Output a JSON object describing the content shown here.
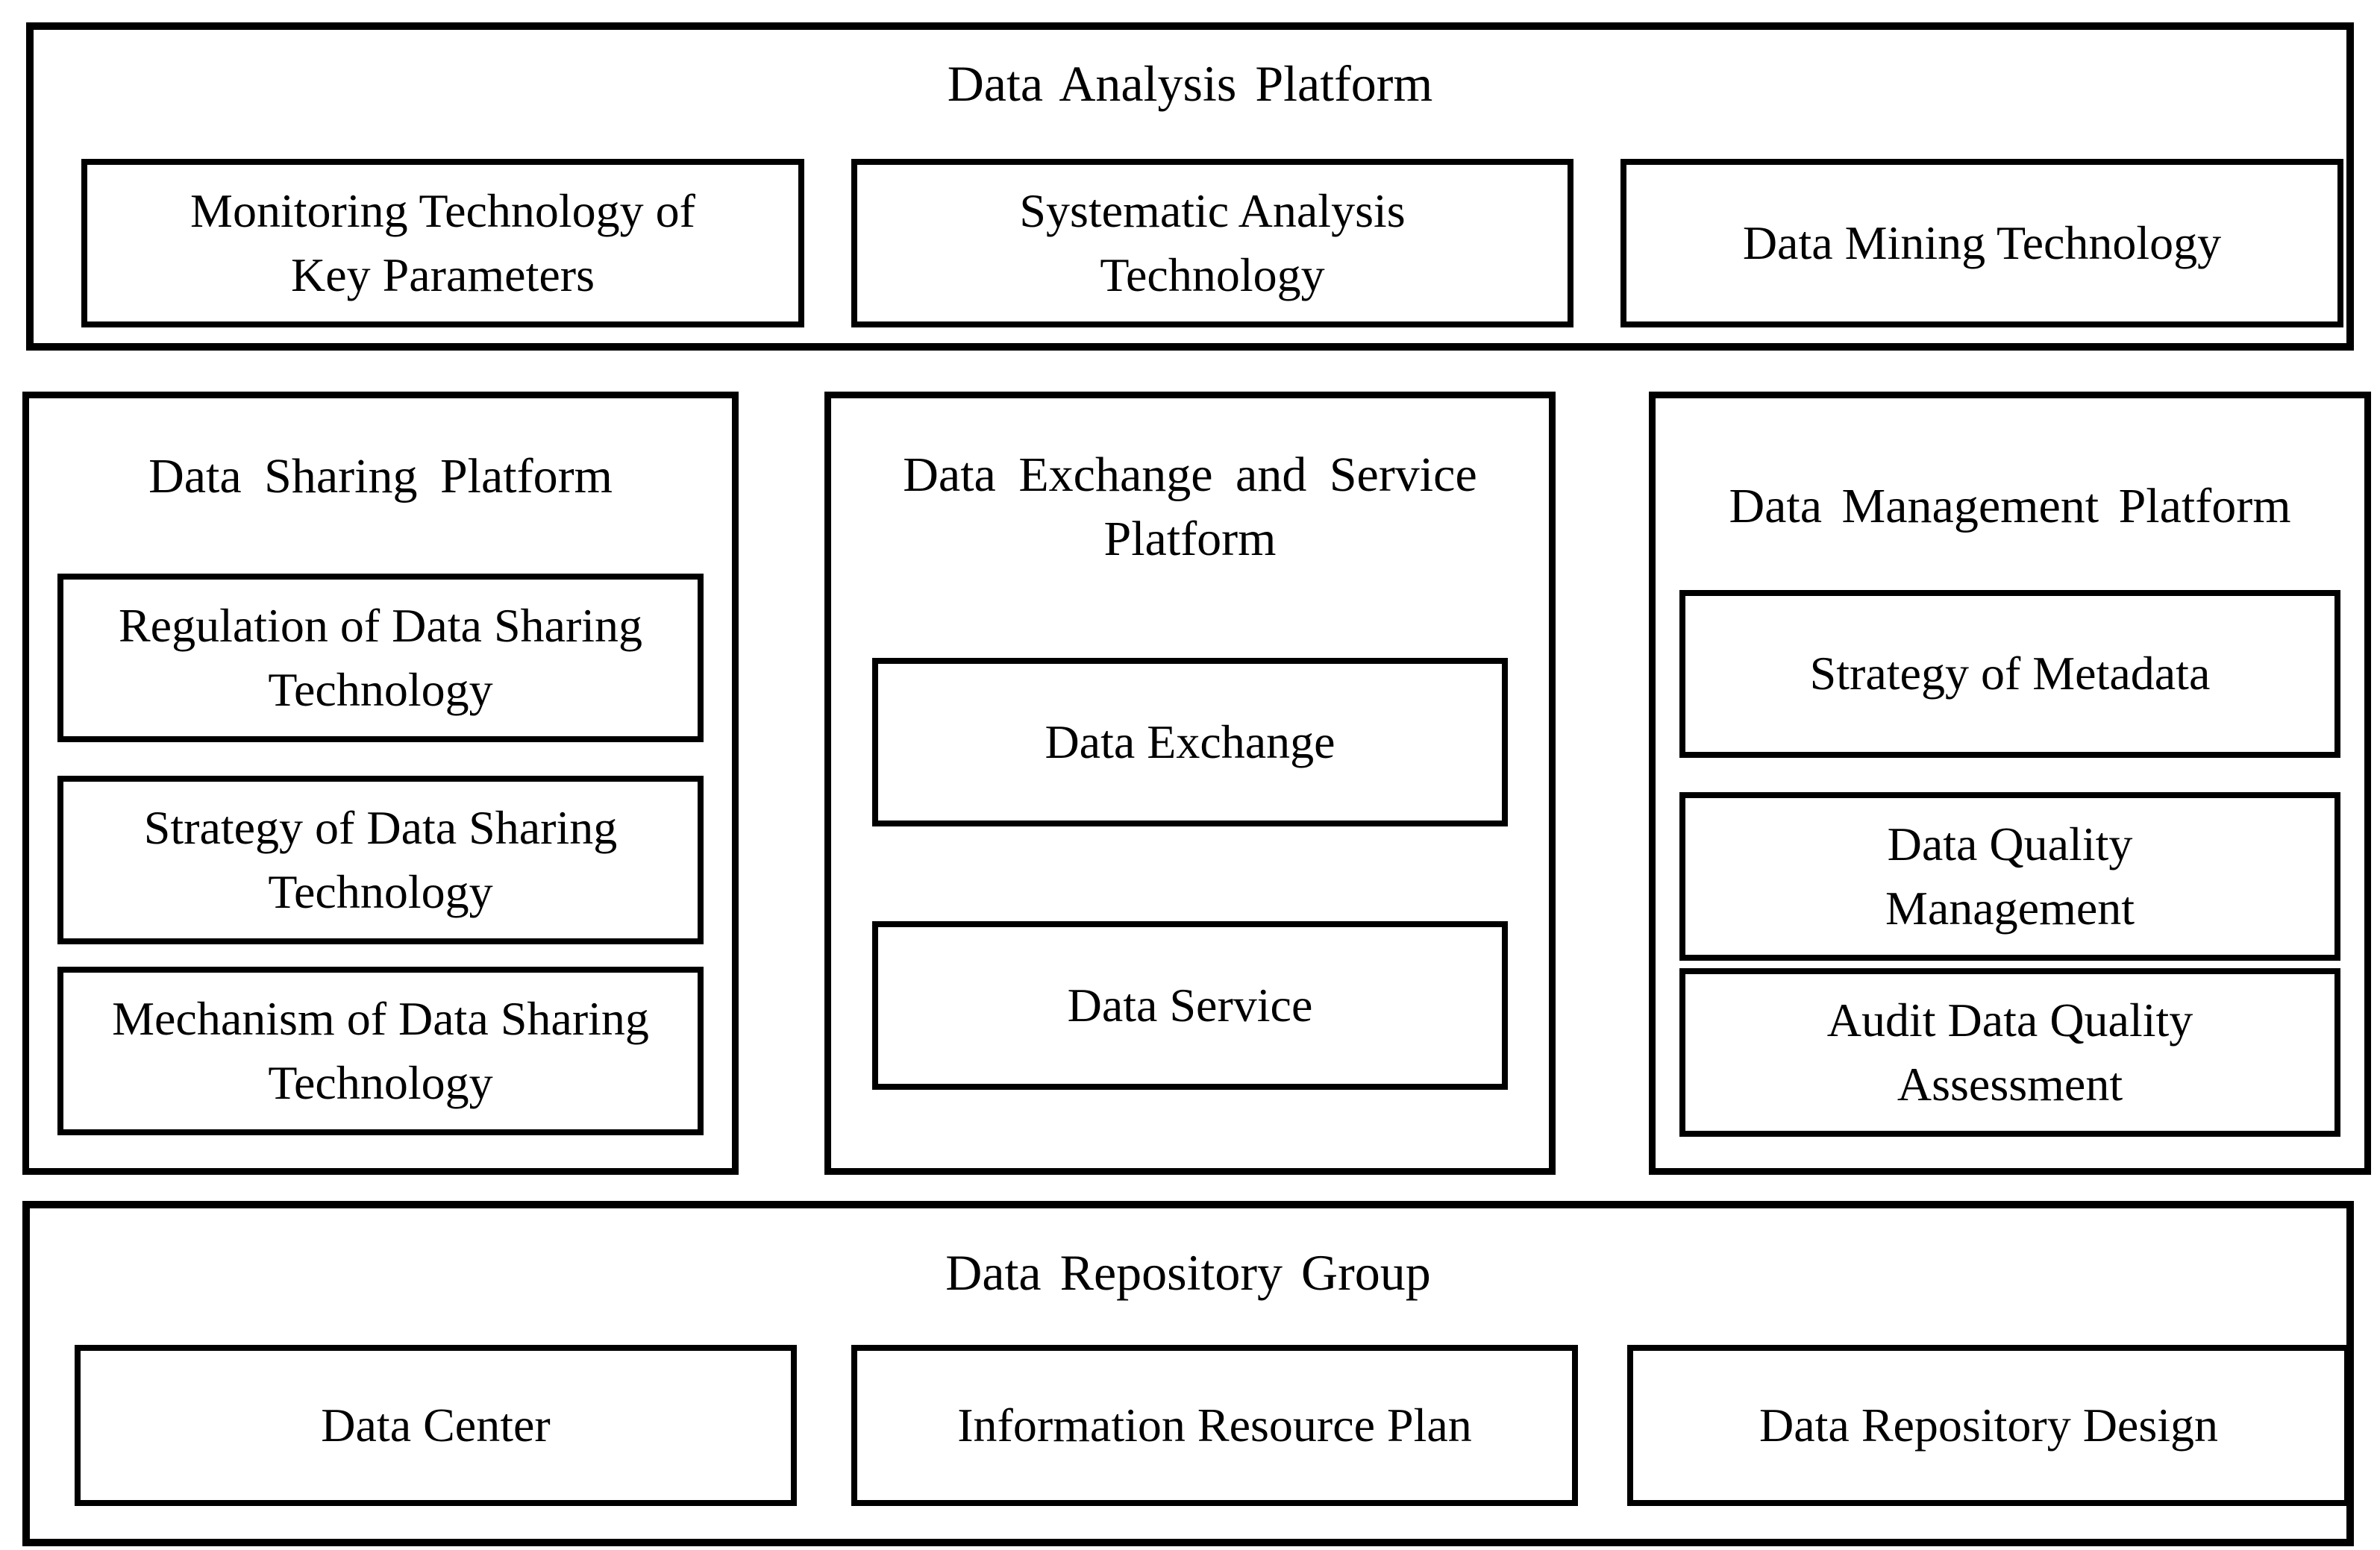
{
  "colors": {
    "border": "#000000",
    "background": "#ffffff",
    "text": "#000000"
  },
  "sections": {
    "analysis": {
      "title": "Data Analysis Platform",
      "items": [
        "Monitoring Technology of Key Parameters",
        "Systematic Analysis Technology",
        "Data Mining Technology"
      ]
    },
    "sharing": {
      "title": "Data Sharing Platform",
      "items": [
        "Regulation of Data Sharing Technology",
        "Strategy of Data Sharing Technology",
        "Mechanism of Data Sharing Technology"
      ]
    },
    "exchange": {
      "title": "Data Exchange and Service Platform",
      "items": [
        "Data Exchange",
        "Data Service"
      ]
    },
    "management": {
      "title": "Data Management Platform",
      "items": [
        "Strategy of Metadata",
        "Data Quality Management",
        "Audit Data Quality Assessment"
      ]
    },
    "repository": {
      "title": "Data Repository Group",
      "items": [
        "Data Center",
        "Information Resource Plan",
        "Data Repository Design"
      ]
    }
  }
}
